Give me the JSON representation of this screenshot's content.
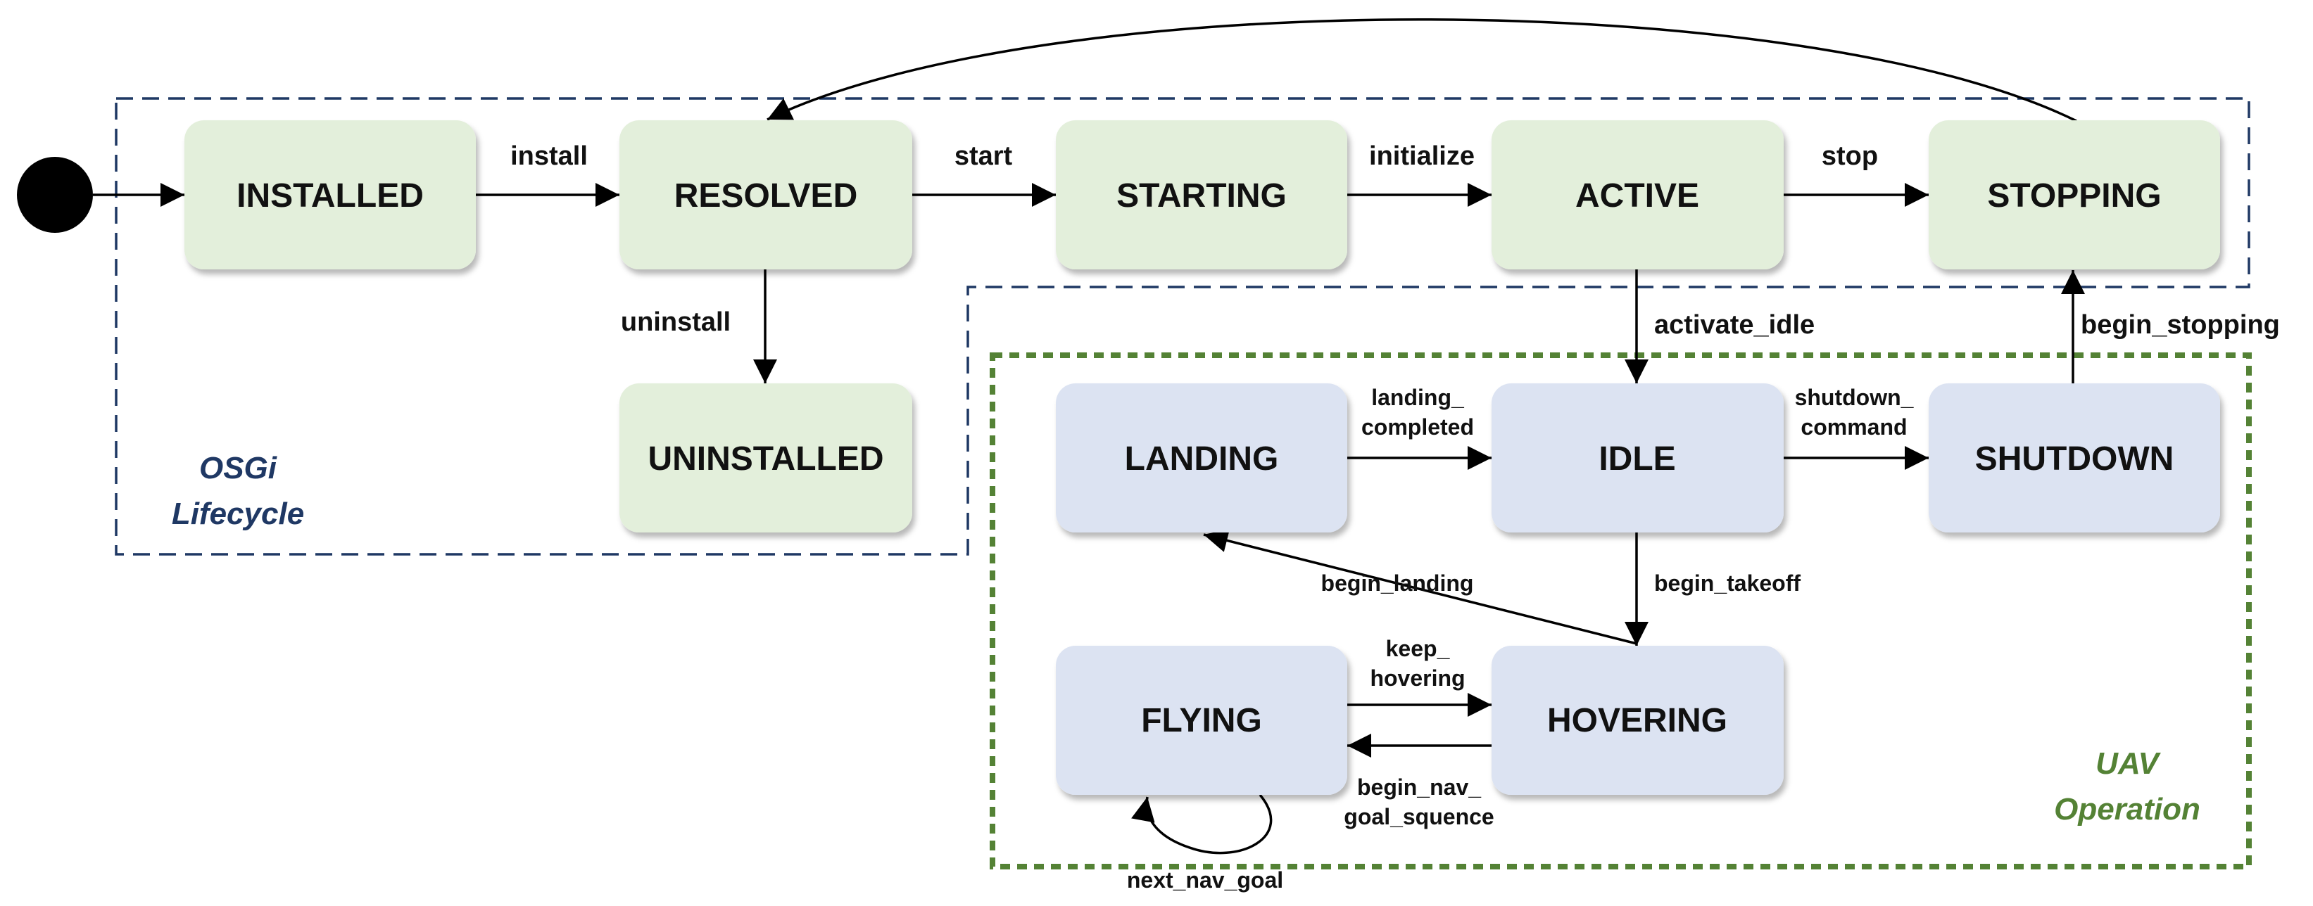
{
  "colors": {
    "lifecycle_fill": "#e3efdb",
    "operation_fill": "#dce3f2",
    "lifecycle_border": "#1f3864",
    "operation_border": "#548235",
    "lifecycle_label": "#1f3864",
    "operation_label": "#548235"
  },
  "regions": {
    "lifecycle": {
      "line1": "OSGi",
      "line2": "Lifecycle"
    },
    "operation": {
      "line1": "UAV",
      "line2": "Operation"
    }
  },
  "states": {
    "installed": "INSTALLED",
    "resolved": "RESOLVED",
    "starting": "STARTING",
    "active": "ACTIVE",
    "stopping": "STOPPING",
    "uninstalled": "UNINSTALLED",
    "landing": "LANDING",
    "idle": "IDLE",
    "shutdown": "SHUTDOWN",
    "flying": "FLYING",
    "hovering": "HOVERING"
  },
  "transitions": {
    "install": "install",
    "start": "start",
    "initialize": "initialize",
    "stop": "stop",
    "uninstall": "uninstall",
    "activate_idle": "activate_idle",
    "begin_stopping": "begin_stopping",
    "landing_completed": {
      "line1": "landing_",
      "line2": "completed"
    },
    "shutdown_command": {
      "line1": "shutdown_",
      "line2": "command"
    },
    "begin_landing": "begin_landing",
    "begin_takeoff": "begin_takeoff",
    "keep_hovering": {
      "line1": "keep_",
      "line2": "hovering"
    },
    "begin_nav_goal_squence": {
      "line1": "begin_nav_",
      "line2": "goal_squence"
    },
    "next_nav_goal": "next_nav_goal"
  }
}
